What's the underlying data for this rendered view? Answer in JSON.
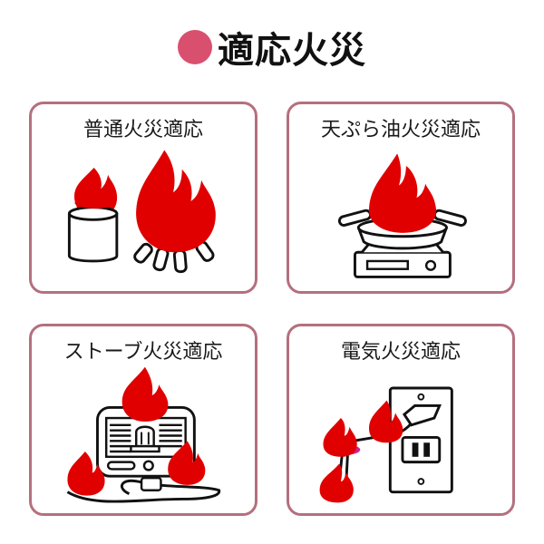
{
  "header": {
    "title": "適応火災",
    "bullet_color": "#d9506e"
  },
  "colors": {
    "panel_border": "#b4707e",
    "flame": "#e00000",
    "overheat": "#d0208c"
  },
  "panels": [
    {
      "label": "普通火災適応",
      "icon": "ordinary-fire-icon"
    },
    {
      "label": "天ぷら油火災適応",
      "icon": "oil-pan-fire-icon"
    },
    {
      "label": "ストーブ火災適応",
      "icon": "stove-fire-icon"
    },
    {
      "label": "電気火災適応",
      "icon": "electrical-fire-icon"
    }
  ]
}
